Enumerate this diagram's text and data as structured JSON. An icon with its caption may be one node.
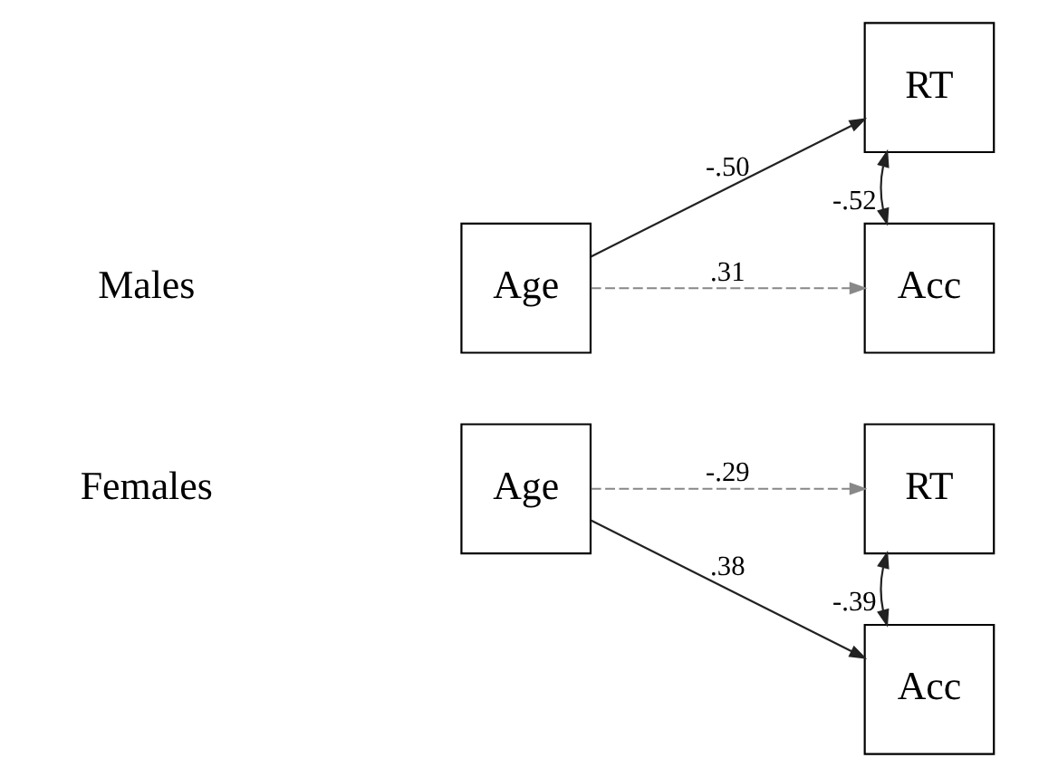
{
  "diagram": {
    "nodes": [
      {
        "text": [
          "Age"
        ]
      },
      {
        "text": [
          "RT"
        ]
      },
      {
        "text": [
          "Acc"
        ]
      },
      {
        "text": [
          "Age"
        ]
      },
      {
        "text": [
          "RT"
        ]
      },
      {
        "text": [
          "Acc"
        ]
      }
    ],
    "edges": [
      {
        "from": 0,
        "to": 1,
        "arrow": "to",
        "label": "-.50"
      },
      {
        "from": 0,
        "to": 2,
        "arrow": "to",
        "label": ".31",
        "style": "dashed",
        "color": "#888888"
      },
      {
        "from": 1,
        "to": 2,
        "arrow": "both",
        "label": "-.52"
      },
      {
        "from": 3,
        "to": 4,
        "arrow": "to",
        "label": "-.29",
        "style": "dashed",
        "color": "#888888"
      },
      {
        "from": 3,
        "to": 5,
        "arrow": "to",
        "label": ".38"
      },
      {
        "from": 4,
        "to": 5,
        "arrow": "both",
        "label": "-.39"
      }
    ],
    "labels": [
      "Males",
      "Females"
    ]
  }
}
